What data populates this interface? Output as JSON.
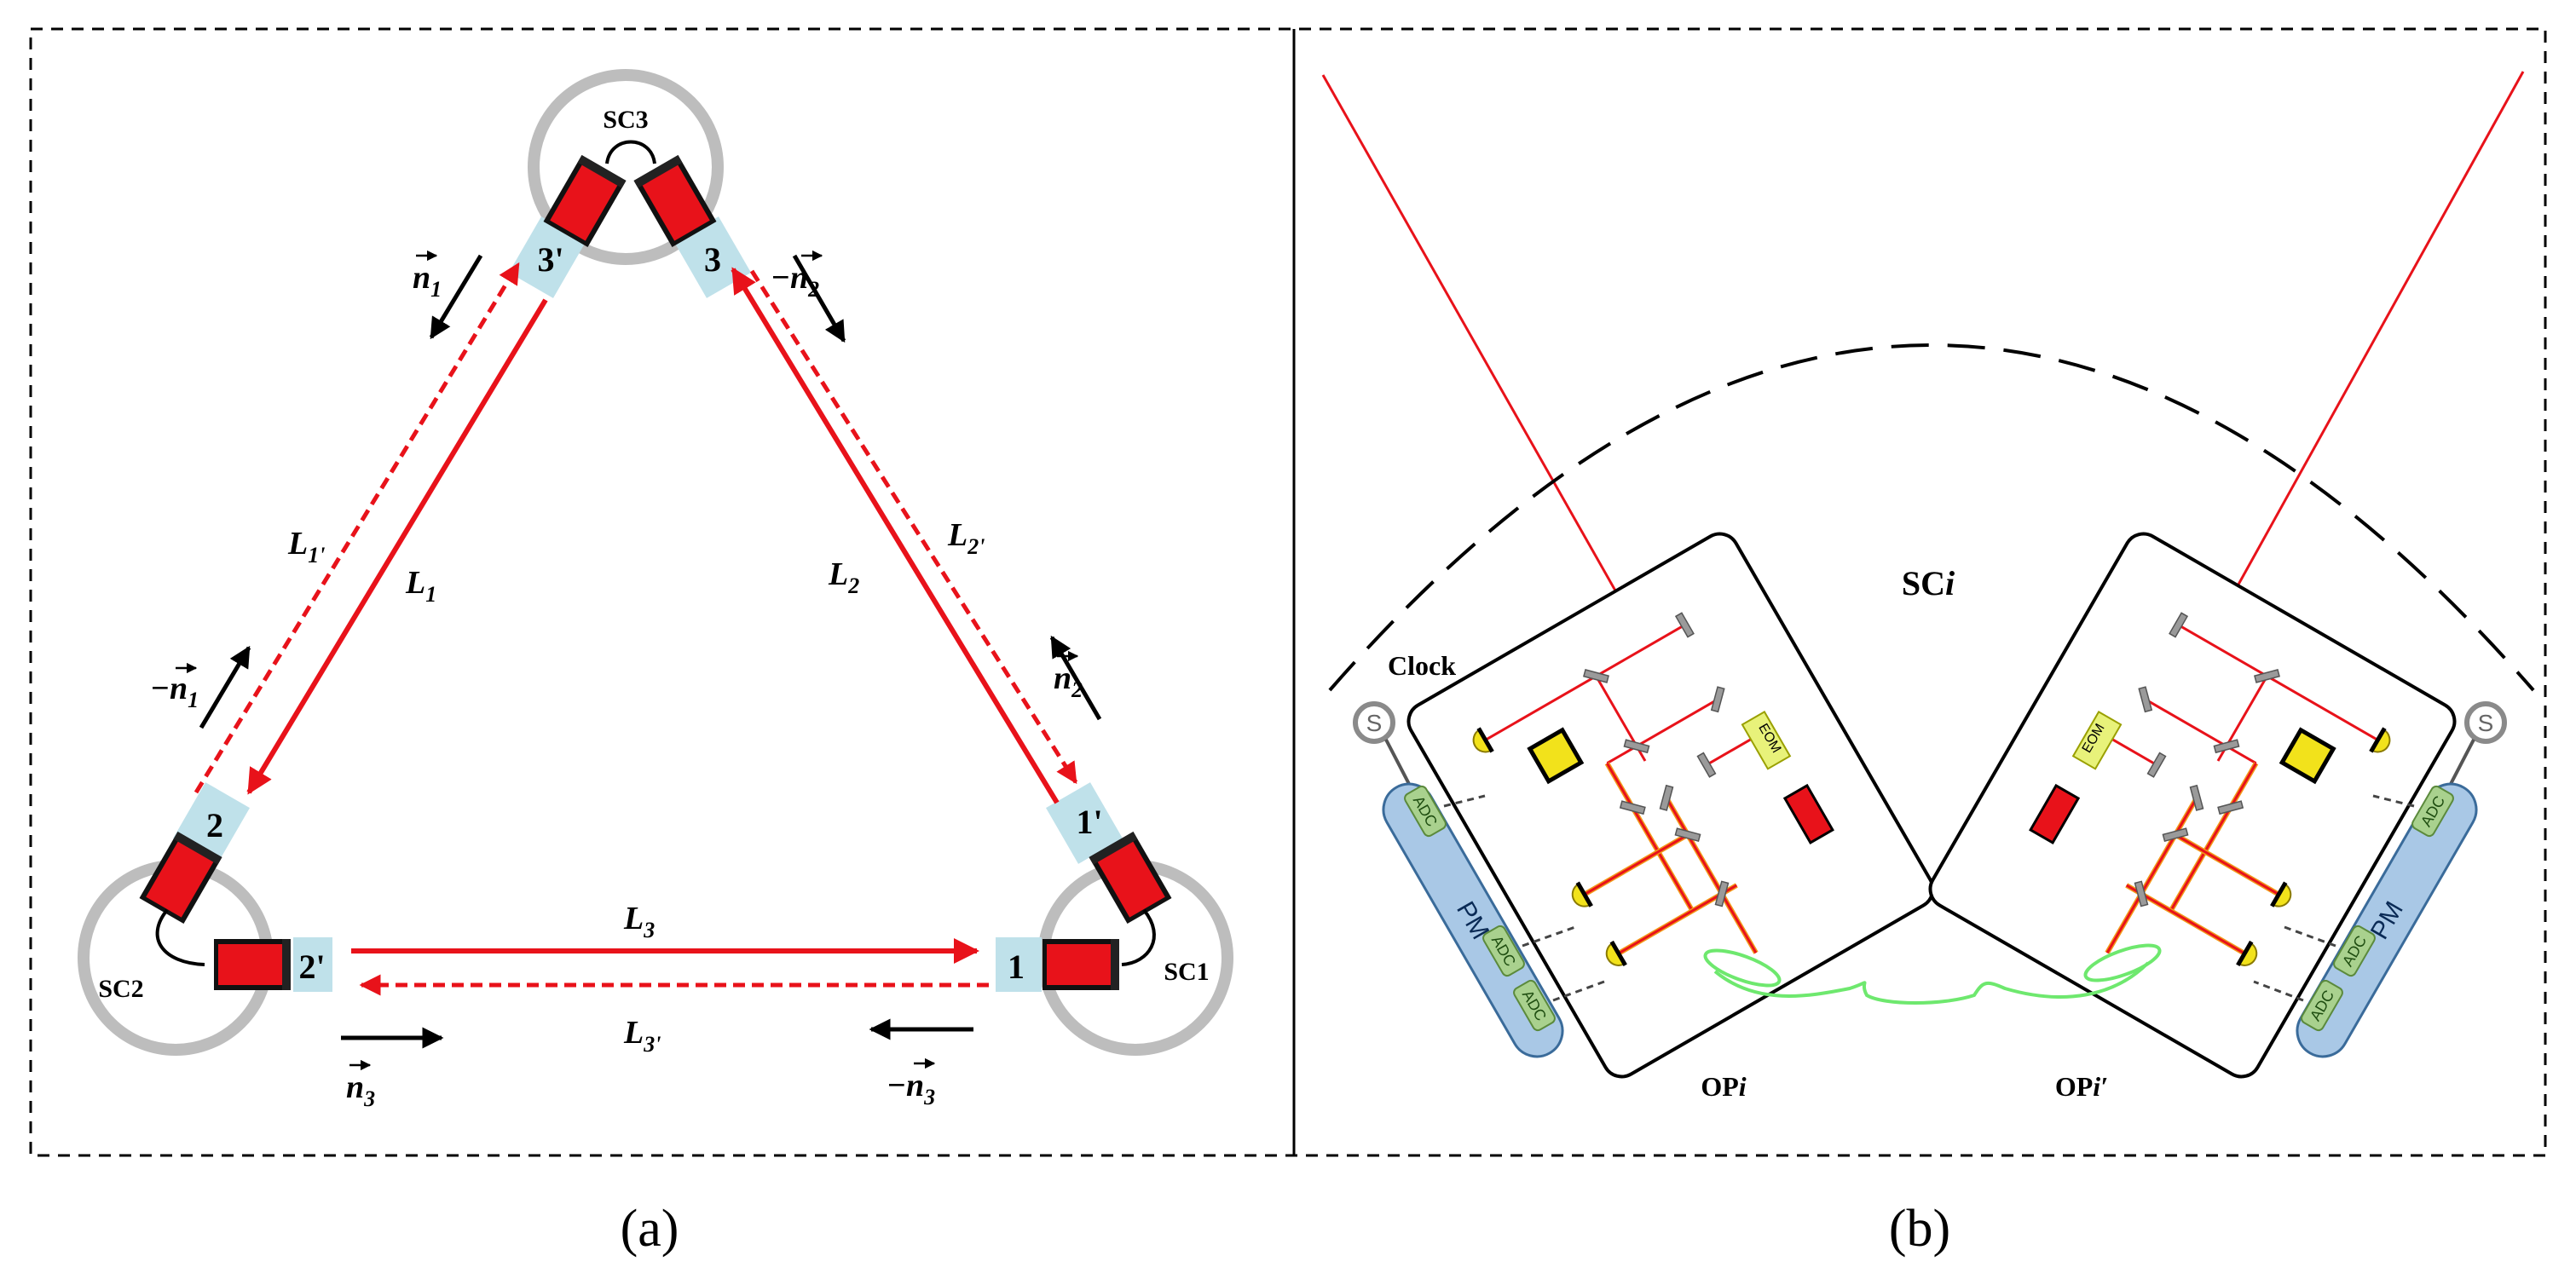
{
  "panel_a": {
    "caption": "(a)",
    "spacecraft": {
      "sc1": "SC1",
      "sc2": "SC2",
      "sc3": "SC3"
    },
    "ports": {
      "p1": "1",
      "p1p": "1'",
      "p2": "2",
      "p2p": "2'",
      "p3": "3",
      "p3p": "3'"
    },
    "arms": {
      "L1": "L",
      "L1_sub": "1",
      "L1p": "L",
      "L1p_sub": "1'",
      "L2": "L",
      "L2_sub": "2",
      "L2p": "L",
      "L2p_sub": "2'",
      "L3": "L",
      "L3_sub": "3",
      "L3p": "L",
      "L3p_sub": "3'"
    },
    "vectors": {
      "n1": "n",
      "n1_sub": "1",
      "neg_n1": "−n",
      "neg_n1_sub": "1",
      "n2": "n",
      "n2_sub": "2",
      "neg_n2": "−n",
      "neg_n2_sub": "2",
      "n3": "n",
      "n3_sub": "3",
      "neg_n3": "−n",
      "neg_n3_sub": "3"
    },
    "colors": {
      "beam": "#e8121a",
      "sc_ring": "#bdbdbd",
      "port_box": "#bfe1ea"
    }
  },
  "panel_b": {
    "caption": "(b)",
    "sc_label": "SC",
    "sc_label_i": "i",
    "clock_label": "Clock",
    "op_left": "OP",
    "op_left_i": "i",
    "op_right": "OP",
    "op_right_i": "i′",
    "pm_label": "PM",
    "adc_label": "ADC",
    "eom_label": "EOM",
    "colors": {
      "laser": "#e8121a",
      "fiber": "#6ee86e",
      "pm": "#a9c8e6",
      "adc": "#a9d18e",
      "detector": "#f2e21b"
    }
  }
}
